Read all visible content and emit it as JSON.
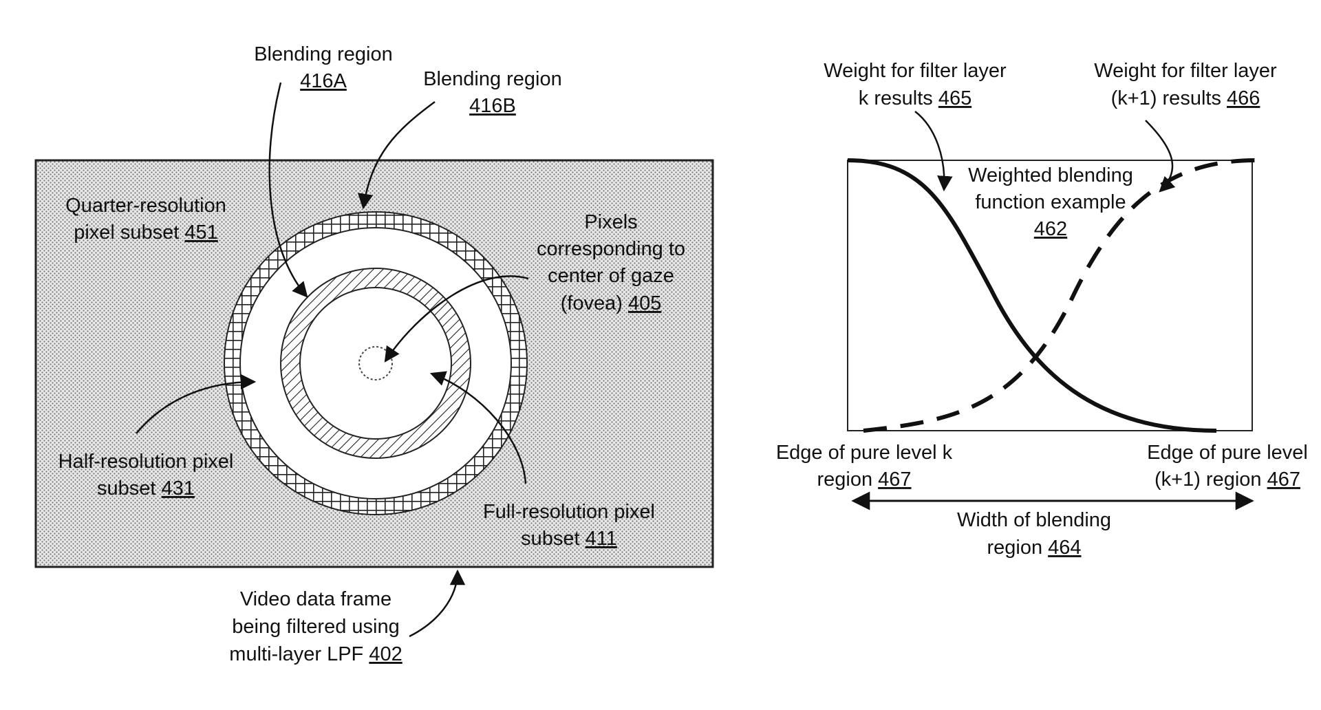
{
  "left_diagram": {
    "blending_region_a": {
      "line1": "Blending region",
      "ref": "416A"
    },
    "blending_region_b": {
      "line1": "Blending region",
      "ref": "416B"
    },
    "quarter_res": {
      "line1": "Quarter-resolution",
      "line2_text": "pixel subset ",
      "ref": "451"
    },
    "pixels_center": {
      "line1": "Pixels",
      "line2": "corresponding to",
      "line3": "center of gaze",
      "line4_text": "(fovea) ",
      "ref": "405"
    },
    "half_res": {
      "line1": "Half-resolution pixel",
      "line2_text": "subset ",
      "ref": "431"
    },
    "full_res": {
      "line1": "Full-resolution pixel",
      "line2_text": "subset ",
      "ref": "411"
    },
    "video_frame": {
      "line1": "Video data frame",
      "line2": "being filtered using",
      "line3_text": "multi-layer LPF ",
      "ref": "402"
    }
  },
  "right_diagram": {
    "weight_k": {
      "line1": "Weight for filter layer",
      "line2_text": "k results ",
      "ref": "465"
    },
    "weight_k1": {
      "line1": "Weight for filter layer",
      "line2_text": "(k+1) results ",
      "ref": "466"
    },
    "title": {
      "line1": "Weighted blending",
      "line2": "function example",
      "ref": "462"
    },
    "edge_k": {
      "line1": "Edge of pure level k",
      "line2_text": "region ",
      "ref": "467"
    },
    "edge_k1": {
      "line1": "Edge of pure level",
      "line2_text": "(k+1) region ",
      "ref": "467"
    },
    "width": {
      "line1": "Width of blending",
      "line2_text": "region ",
      "ref": "464"
    }
  }
}
